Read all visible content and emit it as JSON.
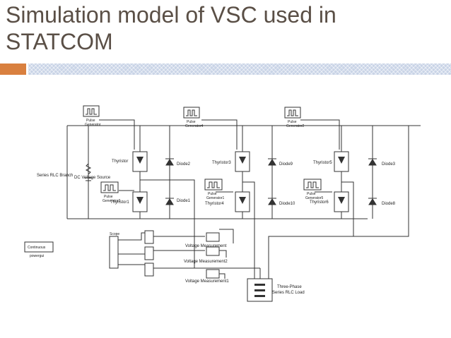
{
  "slide": {
    "title_line1": "Simulation model of VSC used in",
    "title_line2": "STATCOM",
    "colors": {
      "title": "#5a4f46",
      "accent_orange": "#d9803f",
      "accent_blue": "#c8d3e6"
    }
  },
  "diagram": {
    "pulse_label": "Pulse",
    "generator_labels": [
      "Generator",
      "Generator4",
      "Generator2",
      "Generator3",
      "Generator1",
      "Generator5"
    ],
    "thyristors": [
      "Thyristor",
      "Thyristor3",
      "Thyristor5",
      "Thyristor1",
      "Thyristor4",
      "Thyristor6"
    ],
    "diodes": [
      "Diode2",
      "Diode9",
      "Diode3",
      "Diode1",
      "Diode10",
      "Diode8"
    ],
    "series_rlc_branch": "Series RLC Branch",
    "voltage_source": "DC Voltage Source",
    "voltage_measurements": [
      "Voltage Measurement",
      "Voltage Measurement2",
      "Voltage Measurement1"
    ],
    "scope": "Scope",
    "powergui_block": "Continuous",
    "powergui_label": "powergui",
    "load_line1": "Three-Phase",
    "load_line2": "Series RLC Load"
  }
}
